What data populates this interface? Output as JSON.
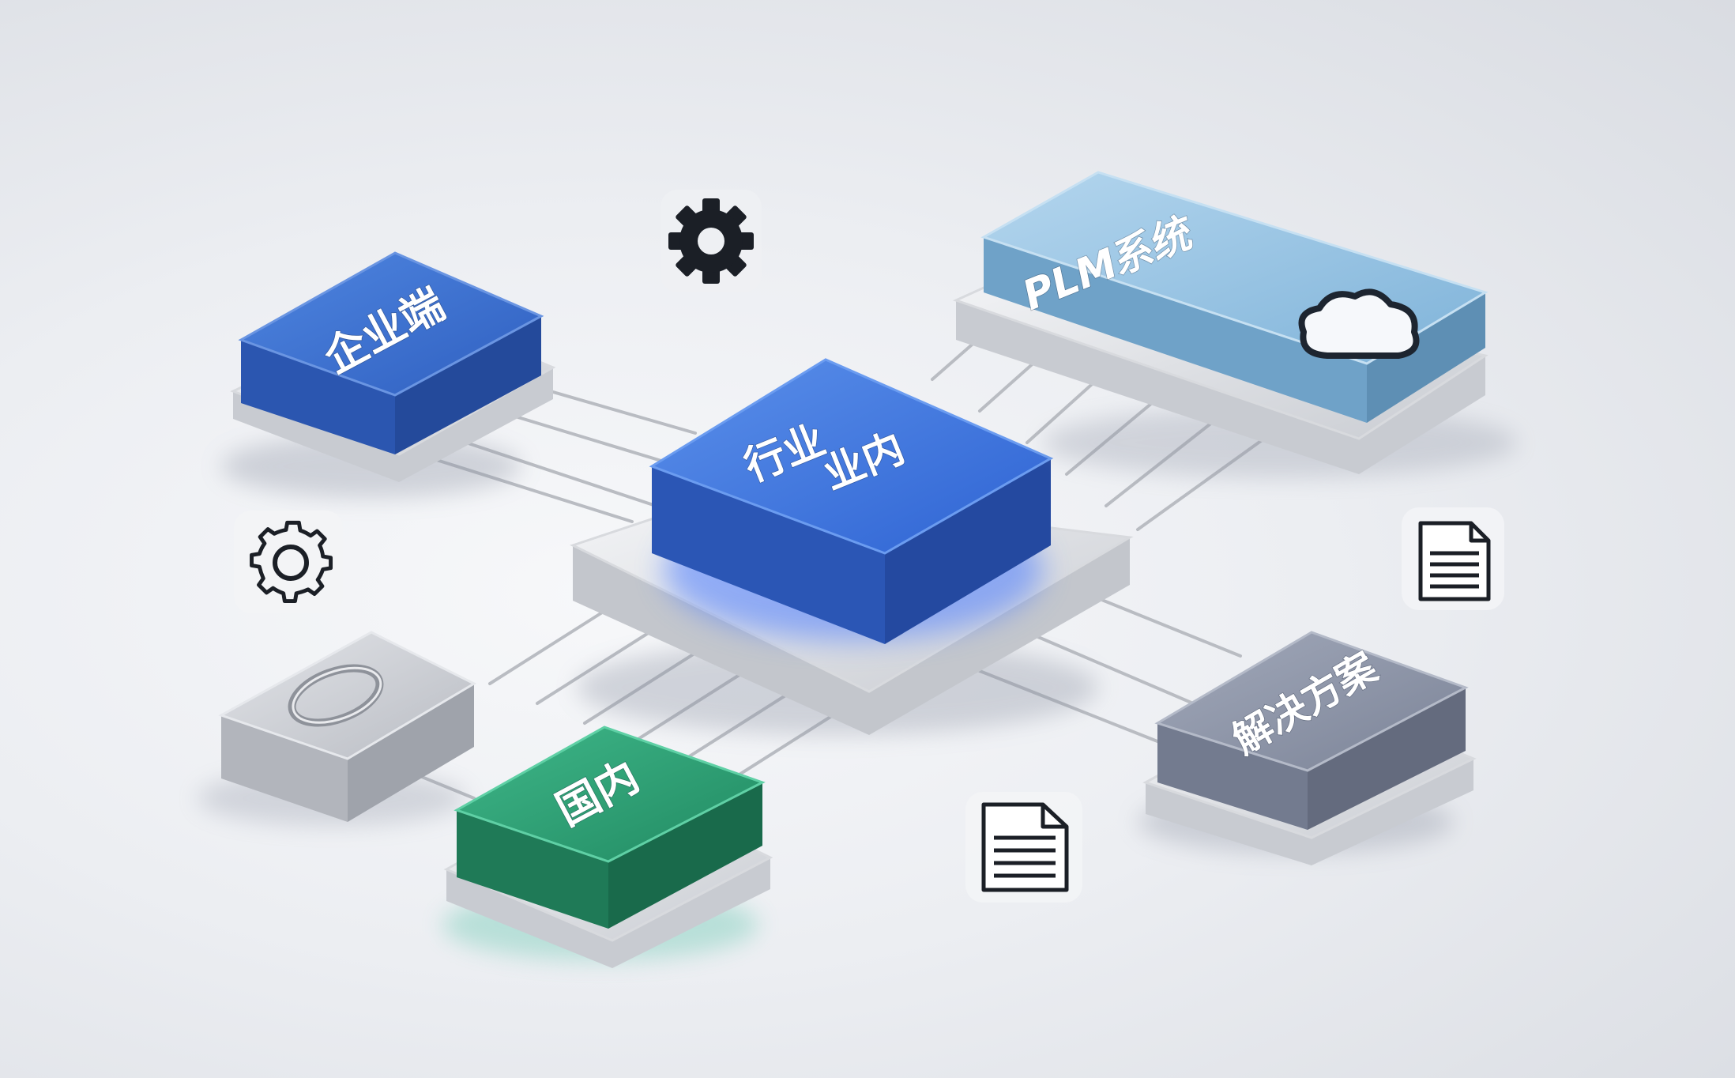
{
  "nodes": {
    "center": {
      "line1": "行业",
      "line2": "业内",
      "color": "#3d74d6"
    },
    "enterprise": {
      "label": "企业端",
      "color": "#3f6fc8"
    },
    "plm": {
      "label": "PLM系统",
      "color": "#8fbfdf"
    },
    "domestic": {
      "label": "国内",
      "color": "#2f9c74"
    },
    "solution": {
      "label": "解决方案",
      "color": "#8a92a6"
    },
    "blank": {
      "label": "",
      "color": "#c4c7cd"
    }
  },
  "icons": {
    "gear_solid": "gear-icon",
    "gear_outline": "gear-outline-icon",
    "doc_right": "document-icon",
    "doc_bottom": "document-icon",
    "cloud": "cloud-icon",
    "ring": "ring-icon"
  }
}
